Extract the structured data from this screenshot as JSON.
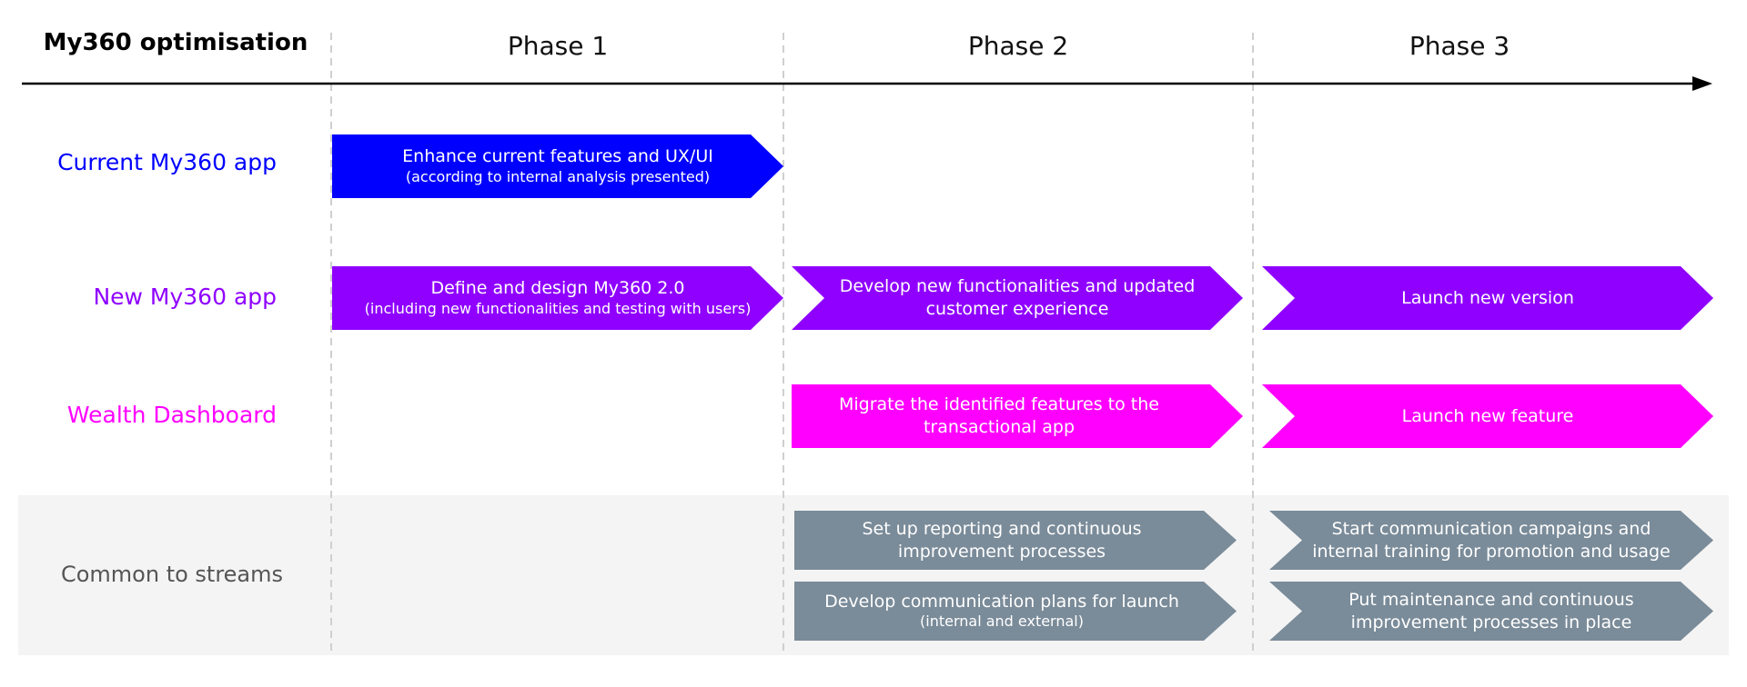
{
  "title": "My360 optimisation",
  "phases": [
    "Phase 1",
    "Phase 2",
    "Phase 3"
  ],
  "rows": {
    "current": {
      "label": "Current My360 app",
      "color": "#0000ff"
    },
    "new": {
      "label": "New My360 app",
      "color": "#8f00ff"
    },
    "wealth": {
      "label": "Wealth Dashboard",
      "color": "#ff00ff"
    },
    "common": {
      "label": "Common to streams",
      "color": "#555555"
    }
  },
  "tasks": {
    "enhance": {
      "title": "Enhance current features and UX/UI",
      "note": "(according to internal analysis presented)"
    },
    "define": {
      "title": "Define and design My360 2.0",
      "note": "(including new functionalities and testing with users)"
    },
    "develop_func": {
      "title": "Develop new functionalities and updated customer experience"
    },
    "launch_version": {
      "title": "Launch new version"
    },
    "migrate": {
      "title": "Migrate the identified features to the transactional app"
    },
    "launch_feature": {
      "title": "Launch new feature"
    },
    "reporting": {
      "title": "Set up reporting and continuous improvement processes"
    },
    "comm_plans": {
      "title": "Develop communication plans for launch",
      "note": "(internal and external)"
    },
    "campaigns": {
      "title": "Start communication campaigns and internal training for promotion and usage"
    },
    "maintenance": {
      "title": "Put maintenance and continuous improvement processes in place"
    }
  },
  "colors": {
    "blue": "#0000ff",
    "purple": "#8f00ff",
    "magenta": "#ff00ff",
    "gray": "#7a8b99",
    "common_bg": "#f4f4f4"
  }
}
